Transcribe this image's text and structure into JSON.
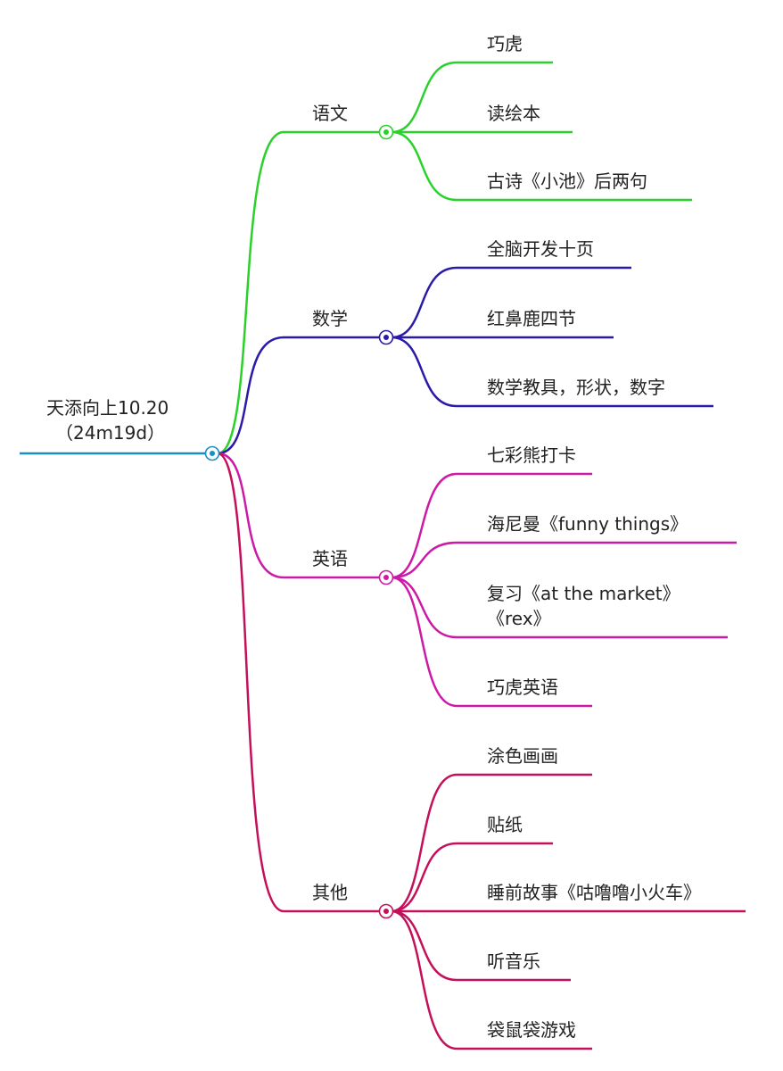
{
  "root": {
    "lines": [
      "天添向上10.20",
      "（24m19d）"
    ],
    "color": "#1a8fc4"
  },
  "branches": [
    {
      "label": "语文",
      "color": "#2bd12b",
      "children": [
        [
          "巧虎"
        ],
        [
          "读绘本"
        ],
        [
          "古诗《小池》后两句"
        ]
      ]
    },
    {
      "label": "数学",
      "color": "#2a1aaa",
      "children": [
        [
          "全脑开发十页"
        ],
        [
          "红鼻鹿四节"
        ],
        [
          "数学教具，形状，数字"
        ]
      ]
    },
    {
      "label": "英语",
      "color": "#cc1aa6",
      "children": [
        [
          "七彩熊打卡"
        ],
        [
          "海尼曼《funny things》"
        ],
        [
          "复习《at the market》",
          "《rex》"
        ],
        [
          "巧虎英语"
        ]
      ]
    },
    {
      "label": "其他",
      "color": "#c4105a",
      "children": [
        [
          "涂色画画"
        ],
        [
          "贴纸"
        ],
        [
          "睡前故事《咕噜噜小火车》"
        ],
        [
          "听音乐"
        ],
        [
          "袋鼠袋游戏"
        ]
      ]
    }
  ]
}
